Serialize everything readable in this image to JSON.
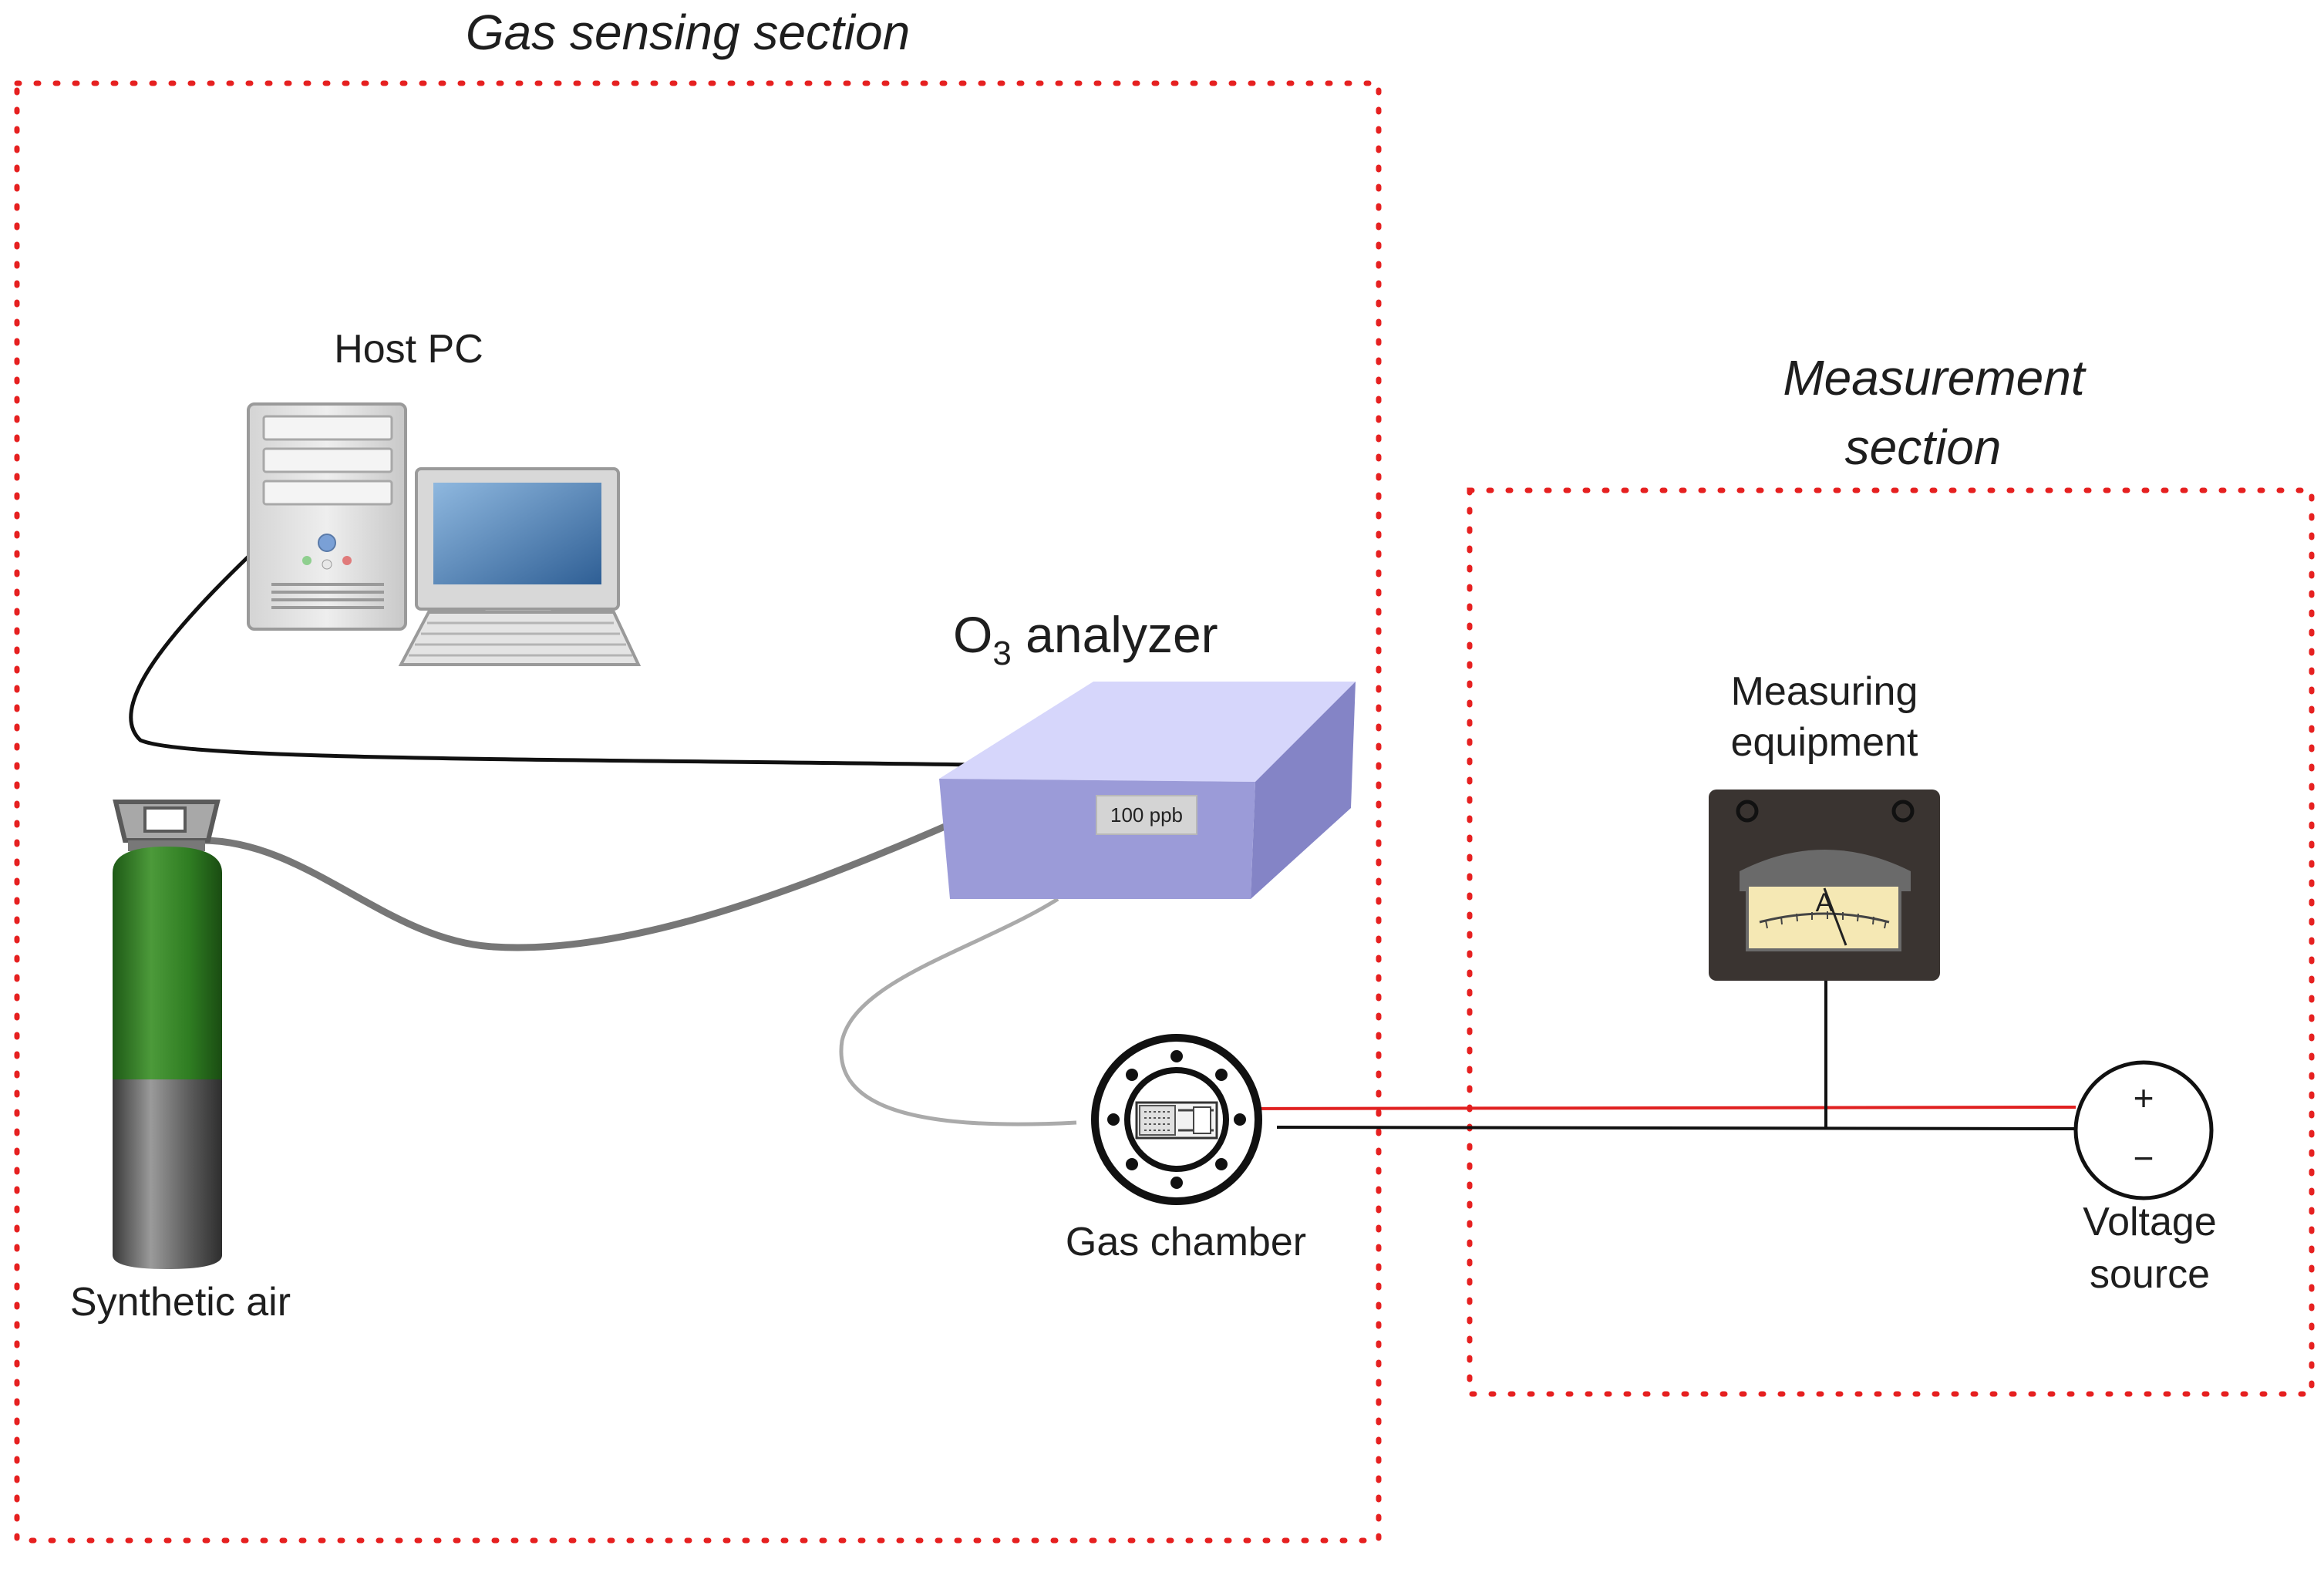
{
  "sections": {
    "gas_sensing": {
      "title": "Gas sensing section"
    },
    "measurement": {
      "title_line1": "Measurement",
      "title_line2": "section"
    }
  },
  "components": {
    "host_pc": {
      "label": "Host PC"
    },
    "o3_analyzer": {
      "label_prefix": "O",
      "label_subscript": "3",
      "label_suffix": " analyzer",
      "display_value": "100 ppb"
    },
    "synthetic_air": {
      "label": "Synthetic air"
    },
    "gas_chamber": {
      "label": "Gas chamber"
    },
    "measuring_equipment": {
      "label_line1": "Measuring",
      "label_line2": "equipment",
      "meter_letter": "A"
    },
    "voltage_source": {
      "label_line1": "Voltage",
      "label_line2": "source",
      "plus": "+",
      "minus": "−"
    }
  },
  "colors": {
    "section_border": "#e62020",
    "analyzer_top": "#d6d6fb",
    "analyzer_front": "#9b9bd8",
    "analyzer_side": "#8484c6",
    "cylinder_top": "#2f7d22",
    "cylinder_bottom": "#555555",
    "wire_red": "#e02020",
    "wire_black": "#111111"
  }
}
